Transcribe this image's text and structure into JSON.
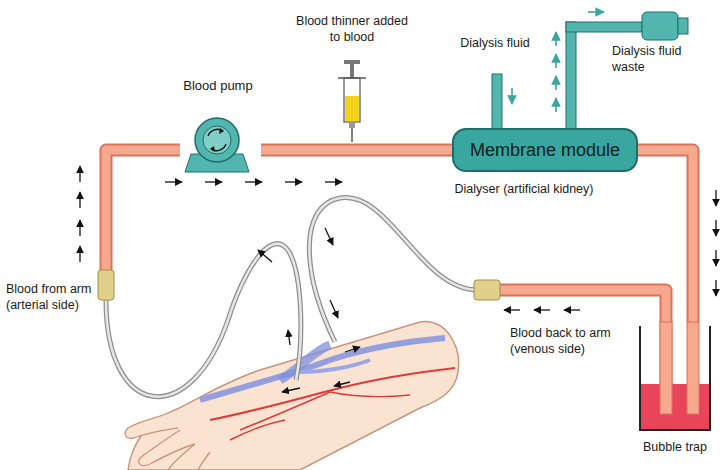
{
  "diagram": {
    "nodes": [
      {
        "text": [
          "Blood pump"
        ]
      },
      {
        "text": [
          "Membrane module",
          "Dialyser (artificial kidney)"
        ]
      },
      {
        "text": [
          "Bubble trap"
        ]
      }
    ],
    "edges": [
      {
        "from": 0,
        "to": 1,
        "arrow": "none"
      },
      {
        "from": 1,
        "to": 2,
        "arrow": "none"
      }
    ],
    "labels": [
      "Blood thinner added to blood",
      "Dialysis fluid",
      "Dialysis fluid waste",
      "Blood from arm (arterial side)",
      "Blood back to arm (venous side)"
    ]
  }
}
